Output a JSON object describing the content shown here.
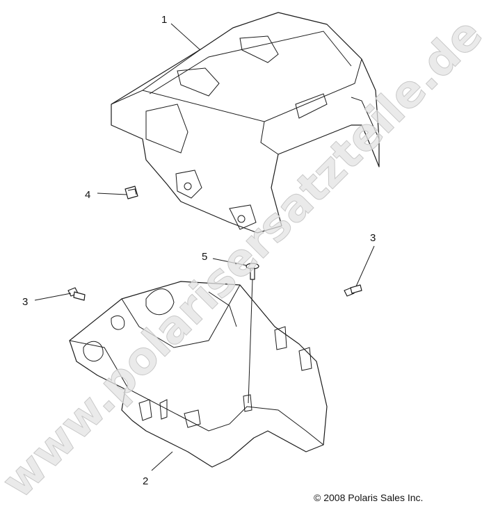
{
  "diagram": {
    "callouts": [
      {
        "id": "callout-1",
        "label": "1"
      },
      {
        "id": "callout-2",
        "label": "2"
      },
      {
        "id": "callout-3a",
        "label": "3"
      },
      {
        "id": "callout-3b",
        "label": "3"
      },
      {
        "id": "callout-4",
        "label": "4"
      },
      {
        "id": "callout-5",
        "label": "5"
      }
    ],
    "copyright": "© 2008 Polaris Sales Inc.",
    "watermark": "www.polarisersatzteile.de"
  }
}
